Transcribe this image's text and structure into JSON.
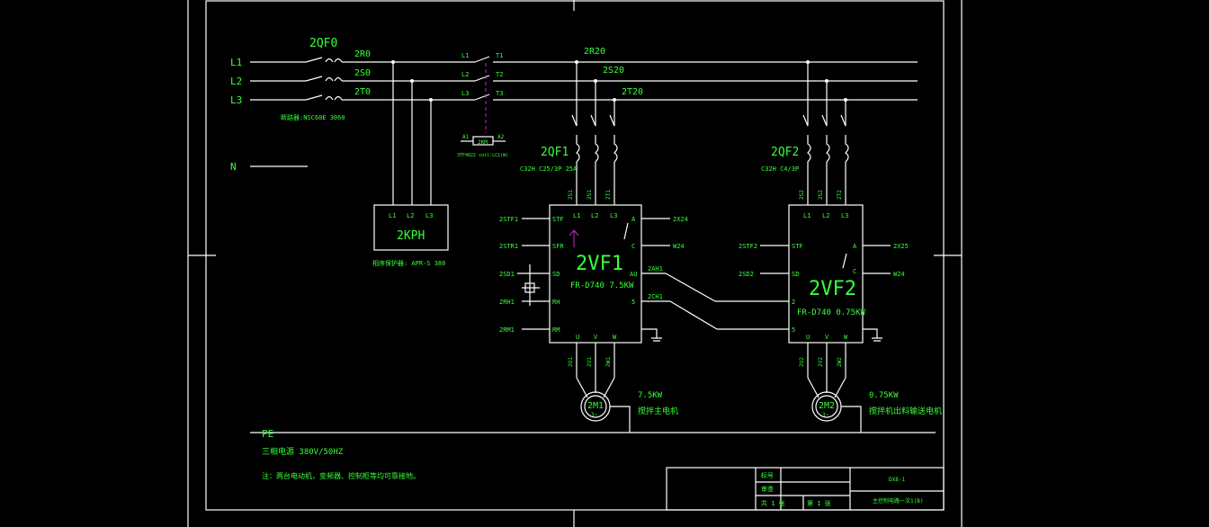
{
  "title_block": {
    "cell_1": "标号",
    "cell_2": "审查",
    "cell_3": "共 1 张",
    "cell_4": "第 1 张",
    "drawing_no": "DX8-1",
    "drawing_name": "主控制电路一次1(B)"
  },
  "power": {
    "lines": [
      "L1",
      "L2",
      "L3"
    ],
    "neutral": "N",
    "pe": "PE",
    "supply": "三相电源 380V/50HZ",
    "note": "注：两台电动机，变频器、控制柜等均可靠接地。"
  },
  "main_breaker": {
    "name": "2QF0",
    "spec": "断路器:NSC60E 3060",
    "wires": [
      "2R0",
      "2S0",
      "2T0"
    ]
  },
  "contactor": {
    "pins_in": [
      "L1",
      "L2",
      "L3"
    ],
    "pins_out": [
      "T1",
      "T2",
      "T3"
    ],
    "coil": "2KM",
    "coil_a1": "A1",
    "coil_a2": "A2",
    "spec": "3TF4022 coil:LC1(W)"
  },
  "phase_relay": {
    "name": "2KPH",
    "pins": [
      "L1",
      "L2",
      "L3"
    ],
    "spec": "相序保护器: APR-S 380"
  },
  "bus_wires": [
    "2R20",
    "2S20",
    "2T20"
  ],
  "breaker_1": {
    "name": "2QF1",
    "spec": "C32H C25/3P 25A",
    "outputs": [
      "2S1",
      "2S1",
      "2T1"
    ]
  },
  "breaker_2": {
    "name": "2QF2",
    "spec": "C32H C4/3P",
    "outputs": [
      "2S2",
      "2S2",
      "2T2"
    ]
  },
  "vfd_1": {
    "name": "2VF1",
    "model": "FR-D740 7.5KW",
    "inputs": [
      "L1",
      "L2",
      "L3"
    ],
    "left_terms": [
      "STF",
      "SFR",
      "SD",
      "RH",
      "RM"
    ],
    "left_wires": [
      "2STF1",
      "2STR1",
      "2SD1",
      "2RH1",
      "2RM1"
    ],
    "right_terms": [
      "A",
      "C",
      "AU",
      "5"
    ],
    "right_wires": [
      "2X24",
      "W24",
      "2AH1",
      "2CH1"
    ],
    "outputs": [
      "U",
      "V",
      "W"
    ],
    "output_wires": [
      "2U1",
      "2V1",
      "2W1"
    ]
  },
  "vfd_2": {
    "name": "2VF2",
    "model": "FR-D740 0.75KW",
    "inputs": [
      "L1",
      "L2",
      "L3"
    ],
    "left_terms": [
      "STF",
      "SD",
      "2",
      "5"
    ],
    "left_wires": [
      "2STF2",
      "2SD2"
    ],
    "right_terms": [
      "A",
      "C"
    ],
    "right_wires": [
      "2X25",
      "W24"
    ],
    "outputs": [
      "U",
      "V",
      "W"
    ],
    "output_wires": [
      "2U2",
      "2V2",
      "2W2"
    ]
  },
  "motor_1": {
    "name": "2M1",
    "sym": "3~",
    "power": "7.5KW",
    "desc": "搅拌主电机"
  },
  "motor_2": {
    "name": "2M2",
    "sym": "3~",
    "power": "0.75KW",
    "desc": "搅拌机出料输送电机"
  }
}
